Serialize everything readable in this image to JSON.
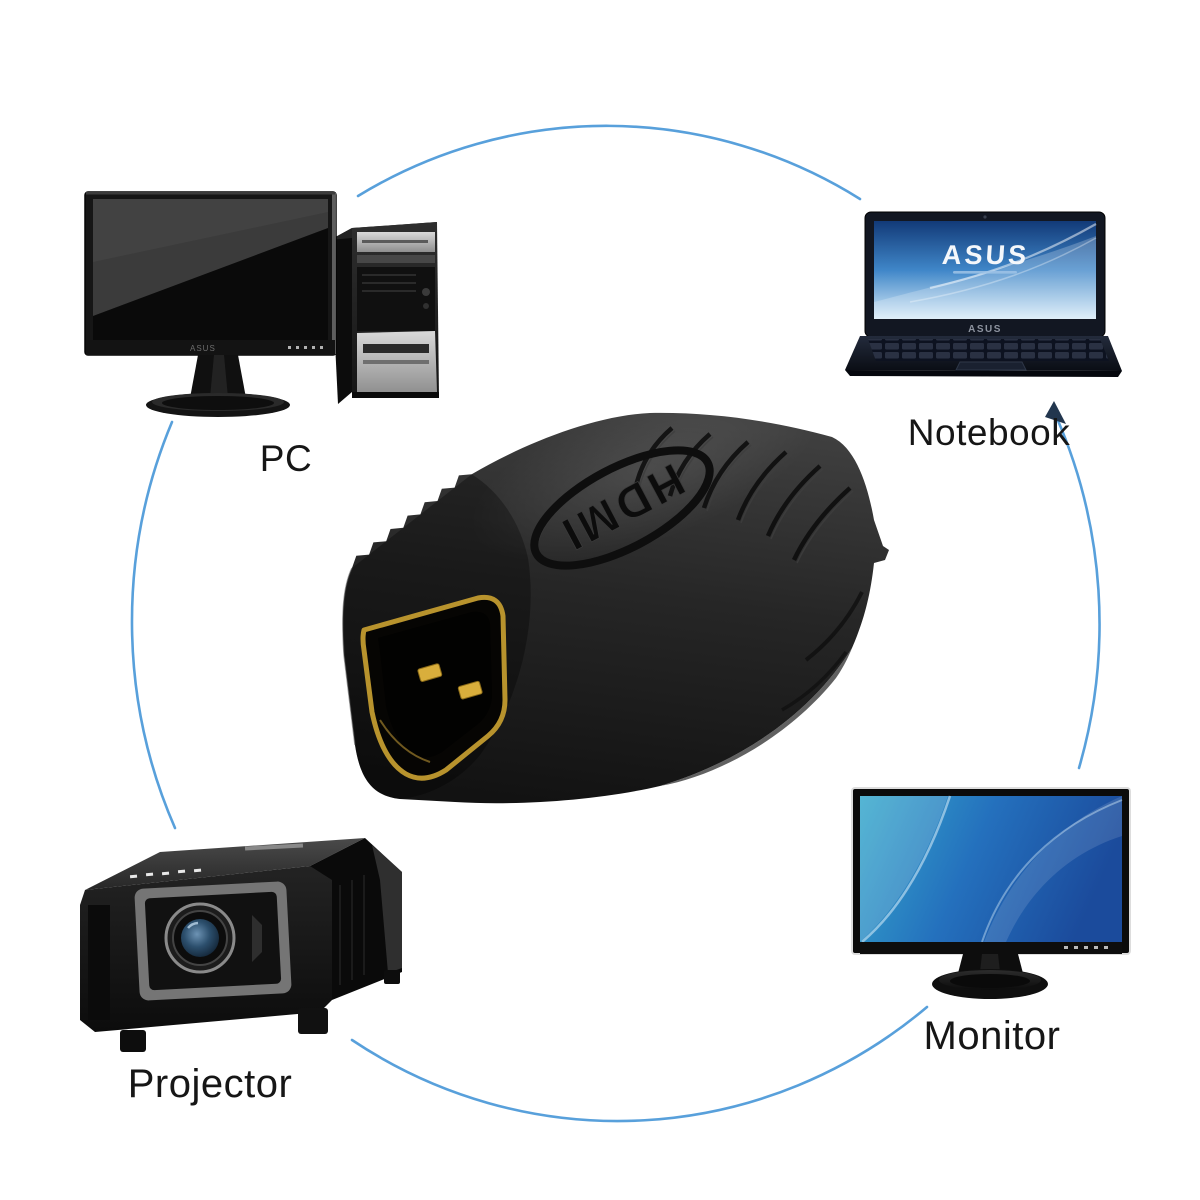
{
  "scene": {
    "background": "#ffffff",
    "ring_color": "#4f9bd9",
    "arrowhead_color": "#22364e"
  },
  "adapter": {
    "embossed_logo": "HDMI"
  },
  "devices": {
    "pc": {
      "label": "PC",
      "bezel_logo": "ASUS"
    },
    "notebook": {
      "label": "Notebook",
      "screen_logo": "ASUS",
      "bezel_logo": "ASUS"
    },
    "projector": {
      "label": "Projector"
    },
    "monitor": {
      "label": "Monitor"
    }
  }
}
